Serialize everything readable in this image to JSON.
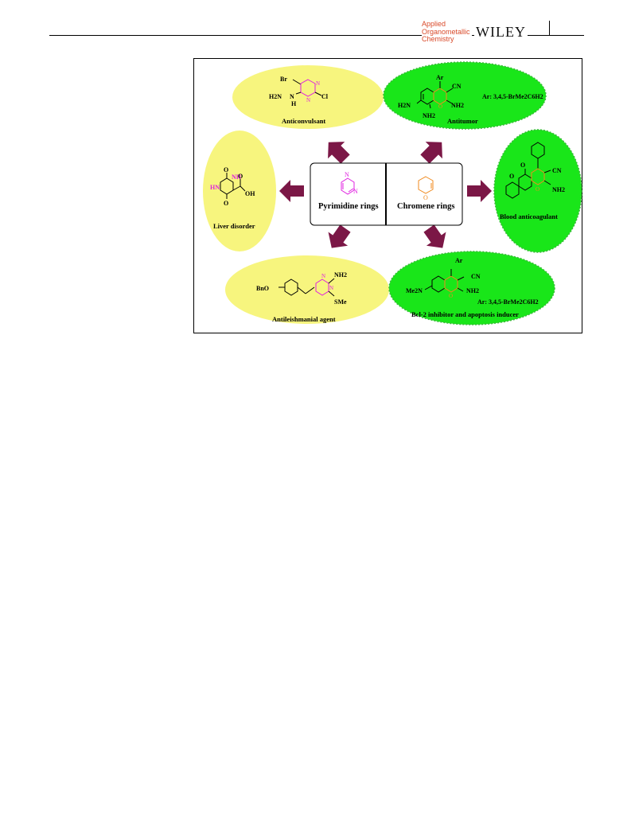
{
  "header": {
    "journal_line1": "Applied",
    "journal_line2": "Organometallic",
    "journal_line3": "Chemistry",
    "publisher": "WILEY"
  },
  "colors": {
    "yellow_fill": "#f7f57e",
    "green_fill": "#19e619",
    "arrow": "#7b1746",
    "pyrimidine": "#e020e0",
    "chromene": "#f08a1e"
  },
  "figure": {
    "center": {
      "left_label": "Pyrimidine rings",
      "right_label": "Chromene rings",
      "pyrimidine_atoms": [
        "N",
        "N"
      ],
      "chromene_atom": "O"
    },
    "activities": [
      {
        "label": "Anticonvulsant",
        "atoms": {
          "br": "Br",
          "h2n": "H2N",
          "n": "N",
          "h": "H",
          "n1": "N",
          "n2": "N",
          "cl": "Cl"
        }
      },
      {
        "label": "Antitumor",
        "atoms": {
          "ar": "Ar",
          "cn": "CN",
          "h2n": "H2N",
          "o": "O",
          "nh2_ring": "NH2",
          "nh2_bottom": "NH2"
        },
        "note": "Ar: 3,4,5-BrMe2C6H2"
      },
      {
        "label": "Liver disorder",
        "atoms": {
          "o_top": "O",
          "nh": "NH",
          "hn": "HN",
          "o_bottom": "O",
          "o_acid": "O",
          "oh": "OH"
        }
      },
      {
        "label": "Blood anticoagulant",
        "atoms": {
          "o_carbonyl": "O",
          "o_ring": "O",
          "o_pyran": "O",
          "cn": "CN",
          "nh2": "NH2"
        }
      },
      {
        "label": "Antileishmanial agent",
        "atoms": {
          "bno": "BnO",
          "nh2": "NH2",
          "n1": "N",
          "n2": "N",
          "sme": "SMe"
        }
      },
      {
        "label": "Bcl-2 inhibitor and apoptosis inducer",
        "atoms": {
          "ar": "Ar",
          "cn": "CN",
          "me2n": "Me2N",
          "o": "O",
          "nh2": "NH2"
        },
        "note": "Ar: 3,4,5-BrMe2C6H2"
      }
    ]
  }
}
